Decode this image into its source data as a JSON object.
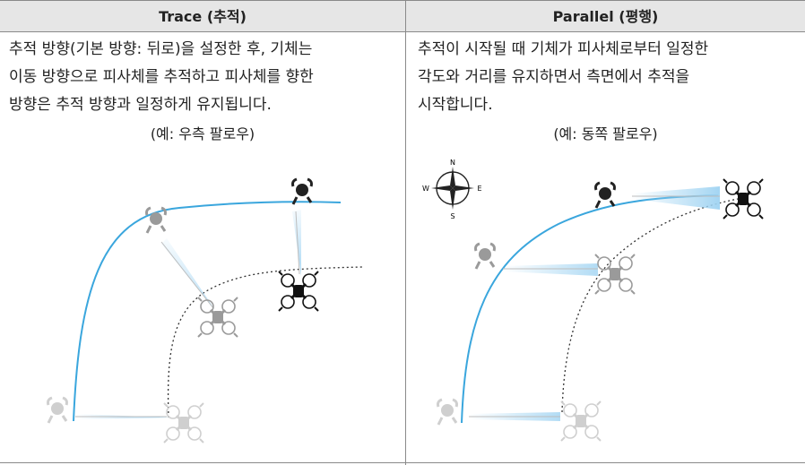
{
  "columns": [
    {
      "header": "Trace (추적)",
      "lines": [
        "추적 방향(기본 방향: 뒤로)을 설정한 후, 기체는",
        "이동 방향으로 피사체를 추적하고 피사체를 향한",
        "방향은 추적 방향과 일정하게 유지됩니다."
      ],
      "example": "(예: 우측 팔로우)"
    },
    {
      "header": "Parallel (평행)",
      "lines": [
        "추적이 시작될 때 기체가 피사체로부터 일정한",
        "각도와 거리를 유지하면서 측면에서 추적을",
        "시작합니다."
      ],
      "example": "(예: 동쪽 팔로우)"
    }
  ],
  "compass": {
    "n": "N",
    "s": "S",
    "e": "E",
    "w": "W"
  },
  "colors": {
    "path": "#3aa6dd",
    "beam": "#9fd3f2",
    "header_bg": "#e6e6e6",
    "border": "#8a8a8a"
  }
}
